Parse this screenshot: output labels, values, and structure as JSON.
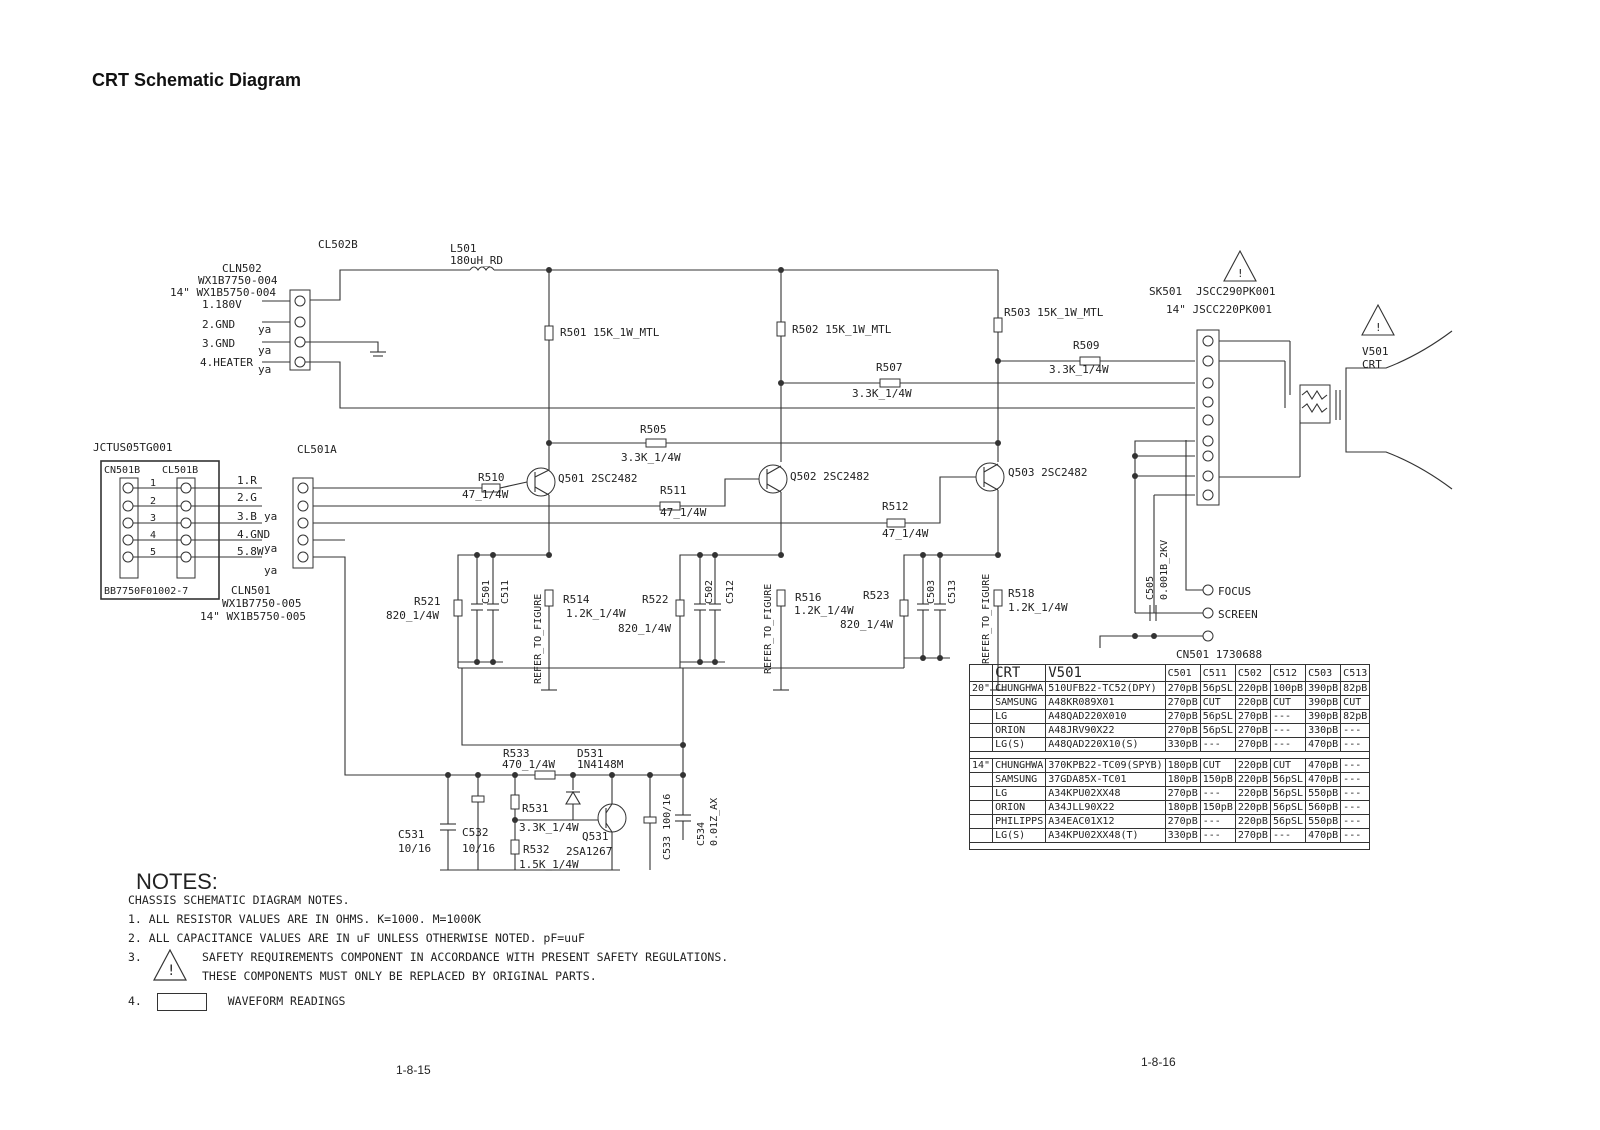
{
  "title": "CRT Schematic Diagram",
  "labels": {
    "cl502b": "CL502B",
    "cln502": "CLN502",
    "cln502_p1": "WX1B7750-004",
    "cln502_p2": "14\" WX1B5750-004",
    "pin_180v": "1.180V",
    "pin_gnd2": "2.GND",
    "pin_gnd3": "3.GND",
    "pin_heater": "4.HEATER",
    "ya": "ya",
    "l501": "L501",
    "l501_val": "180uH_RD",
    "r501": "R501 15K_1W_MTL",
    "r502": "R502 15K_1W_MTL",
    "r503": "R503 15K_1W_MTL",
    "r507": "R507",
    "r507_val": "3.3K_1/4W",
    "r509": "R509",
    "r509_val": "3.3K_1/4W",
    "r505": "R505",
    "r505_val": "3.3K_1/4W",
    "r510": "R510",
    "r510_val": "47_1/4W",
    "r511": "R511",
    "r511_val": "47_1/4W",
    "r512": "R512",
    "r512_val": "47_1/4W",
    "q501": "Q501 2SC2482",
    "q502": "Q502 2SC2482",
    "q503": "Q503 2SC2482",
    "jctus": "JCTUS05TG001",
    "cn501b": "CN501B",
    "cl501b": "CL501B",
    "cl501a": "CL501A",
    "pin_r": "1.R",
    "pin_g": "2.G",
    "pin_b": "3.B",
    "pin_gnd4": "4.GND",
    "pin_8w": "5.8W",
    "bb": "BB7750F01002-7",
    "cln501": "CLN501",
    "cln501_p1": "WX1B7750-005",
    "cln501_p2": "14\" WX1B5750-005",
    "r521": "R521",
    "r521_val": "820_1/4W",
    "c501": "C501",
    "c511": "C511",
    "r514": "R514",
    "r514_val": "1.2K_1/4W",
    "r522": "R522",
    "r522_val": "820_1/4W",
    "c502": "C502",
    "c512": "C512",
    "r516": "R516",
    "r516_val": "1.2K_1/4W",
    "r523": "R523",
    "r523_val": "820_1/4W",
    "c503": "C503",
    "c513": "C513",
    "r518": "R518",
    "r518_val": "1.2K_1/4W",
    "refer": "REFER_TO_FIGURE",
    "sk501": "SK501",
    "sk501_p1": "JSCC290PK001",
    "sk501_p2": "14\" JSCC220PK001",
    "v501": "V501",
    "crt": "CRT",
    "c505": "C505",
    "c505_val": "0.001B_2KV",
    "focus": "FOCUS",
    "screen": "SCREEN",
    "cn501": "CN501 1730688",
    "r533": "R533",
    "r533_val": "470_1/4W",
    "d531": "D531",
    "d531_val": "1N4148M",
    "r531": "R531",
    "r531_val": "3.3K_1/4W",
    "q531": "Q531",
    "q531_val": "2SA1267",
    "r532": "R532",
    "r532_val": "1.5K_1/4W",
    "c531": "C531",
    "c531_val": "10/16",
    "c532": "C532",
    "c532_val": "10/16",
    "c533": "C533 100/16",
    "c534": "C534",
    "c534_val": "0.01Z_AX"
  },
  "table": {
    "header": [
      "CRT",
      "V501",
      "C501",
      "C511",
      "C502",
      "C512",
      "C503",
      "C513"
    ],
    "groups": [
      {
        "size": "20\"",
        "rows": [
          [
            "CHUNGHWA",
            "510UFB22-TC52(DPY)",
            "270pB",
            "56pSL",
            "220pB",
            "100pB",
            "390pB",
            "82pB"
          ],
          [
            "SAMSUNG",
            "A48KR089X01",
            "270pB",
            "CUT",
            "220pB",
            "CUT",
            "390pB",
            "CUT"
          ],
          [
            "LG",
            "A48QAD220X010",
            "270pB",
            "56pSL",
            "270pB",
            "---",
            "390pB",
            "82pB"
          ],
          [
            "ORION",
            "A48JRV90X22",
            "270pB",
            "56pSL",
            "270pB",
            "---",
            "330pB",
            "---"
          ],
          [
            "LG(S)",
            "A48QAD220X10(S)",
            "330pB",
            "---",
            "270pB",
            "---",
            "470pB",
            "---"
          ]
        ]
      },
      {
        "size": "14\"",
        "rows": [
          [
            "CHUNGHWA",
            "370KPB22-TC09(SPYB)",
            "180pB",
            "CUT",
            "220pB",
            "CUT",
            "470pB",
            "---"
          ],
          [
            "SAMSUNG",
            "37GDA85X-TC01",
            "180pB",
            "150pB",
            "220pB",
            "56pSL",
            "470pB",
            "---"
          ],
          [
            "LG",
            "A34KPU02XX48",
            "270pB",
            "---",
            "220pB",
            "56pSL",
            "550pB",
            "---"
          ],
          [
            "ORION",
            "A34JLL90X22",
            "180pB",
            "150pB",
            "220pB",
            "56pSL",
            "560pB",
            "---"
          ],
          [
            "PHILIPPS",
            "A34EAC01X12",
            "270pB",
            "---",
            "220pB",
            "56pSL",
            "550pB",
            "---"
          ],
          [
            "LG(S)",
            "A34KPU02XX48(T)",
            "330pB",
            "---",
            "270pB",
            "---",
            "470pB",
            "---"
          ]
        ]
      }
    ]
  },
  "notes": {
    "heading": "NOTES:",
    "intro": "CHASSIS SCHEMATIC DIAGRAM NOTES.",
    "n1": "1. ALL RESISTOR VALUES ARE IN OHMS. K=1000. M=1000K",
    "n2": "2. ALL CAPACITANCE VALUES ARE IN uF UNLESS OTHERWISE NOTED. pF=uuF",
    "n3a": "SAFETY REQUIREMENTS COMPONENT IN ACCORDANCE WITH PRESENT SAFETY REGULATIONS.",
    "n3b": "THESE COMPONENTS MUST ONLY BE REPLACED BY ORIGINAL PARTS.",
    "n3num": "3.",
    "n4num": "4.",
    "n4": "WAVEFORM READINGS"
  },
  "pages": {
    "left": "1-8-15",
    "right": "1-8-16"
  }
}
